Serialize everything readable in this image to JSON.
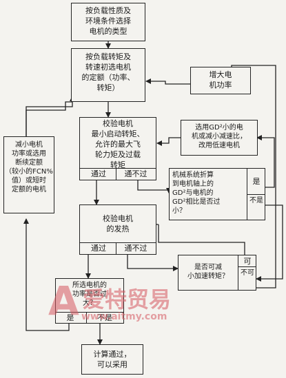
{
  "flowchart": {
    "start": "按负载性质及\n环境条件选择\n电机的类型",
    "initial_select": "按负载转矩及\n转速初选电机\n的定额（功率、\n转矩）",
    "increase_power": "增大电\n机功率",
    "check_start": "校验电机\n最小启动转矩、\n允许的最大飞\n轮力矩及过载\n转矩",
    "pass1": "通过",
    "fail1": "通不过",
    "select_gd": "选用GD²小的电\n机或减小减速比，\n改用低速电机",
    "reduce_power": "减小电机\n功率或选用\n断续定额\n（较小的FCN%\n值）或短时\n定额的电机",
    "gd_question": "机械系统折算\n到电机轴上的\nGD²与电机的\nGD²相比是否过\n小？",
    "yes": "是",
    "no": "不是",
    "check_heat": "校验电机\n的发热",
    "pass2": "通过",
    "fail2": "通不过",
    "accel_question": "是否可减\n小加速转矩？",
    "can": "可",
    "cannot": "不可",
    "power_question": "所选电机的\n功率是否过\n大？",
    "yes2": "是",
    "no2": "不是",
    "end": "计算通过，\n可以采用"
  },
  "watermark": {
    "logo": "A",
    "brand": "爱特贸易",
    "url": "www.aitmy.com"
  }
}
